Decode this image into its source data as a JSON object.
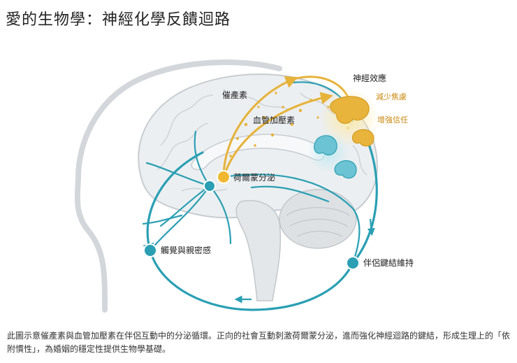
{
  "title": "愛的生物學：神經化學反饋迴路",
  "labels": {
    "oxytocin": "催產素",
    "vasopressin": "血管加壓素",
    "hormone_secretion": "荷爾蒙分泌",
    "touch_intimacy": "觸覺與親密感",
    "pair_bond": "伴侶鍵結維持",
    "neural_effect": "神經效應",
    "reduce_anxiety": "減少焦慮",
    "increase_trust": "增強信任"
  },
  "caption": "此圖示意催產素與血管加壓素在伴侶互動中的分泌循環。正向的社會互動刺激荷爾蒙分泌，進而強化神經迴路的鍵結，形成生理上的「依附慣性」，為婚姻的穩定性提供生物學基礎。",
  "colors": {
    "teal": "#2a9fb3",
    "gold": "#e6b23a",
    "brain": "#e9ecee",
    "outline": "#c8cdd2"
  }
}
